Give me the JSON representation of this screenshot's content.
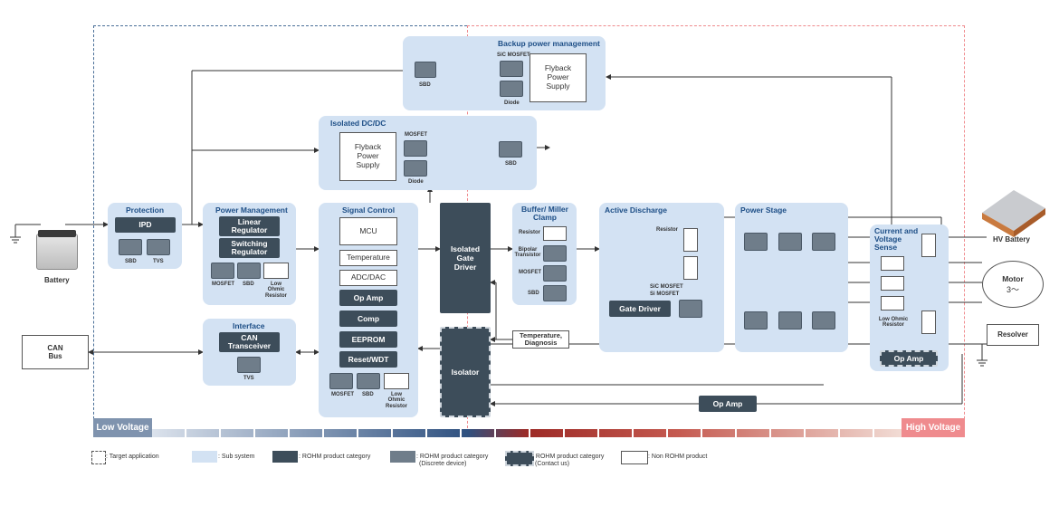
{
  "zones": {
    "low": "Low Voltage",
    "high": "High Voltage"
  },
  "colors": {
    "sub": "#d3e2f3",
    "rohm": "#3d4d5a",
    "discrete": "#6f7d8a",
    "low_zone": "#4a6f98",
    "high_zone": "#ef8b8e"
  },
  "backup": {
    "title": "Backup power management",
    "sbd": "SBD",
    "sic": "SiC MOSFET",
    "diode": "Diode",
    "flyback": "Flyback Power Supply"
  },
  "isodcdc": {
    "title": "Isolated DC/DC",
    "flyback": "Flyback Power Supply",
    "mosfet": "MOSFET",
    "diode": "Diode",
    "sbd": "SBD"
  },
  "protection": {
    "title": "Protection",
    "ipd": "IPD",
    "sbd": "SBD",
    "tvs": "TVS"
  },
  "power": {
    "title": "Power Management",
    "linear": "Linear Regulator",
    "switching": "Switching Regulator",
    "mosfet": "MOSFET",
    "sbd": "SBD",
    "res": "Low Ohmic Resistor"
  },
  "signal": {
    "title": "Signal Control",
    "mcu": "MCU",
    "temp": "Temperature",
    "adc": "ADC/DAC",
    "opamp": "Op Amp",
    "comp": "Comp",
    "eeprom": "EEPROM",
    "reset": "Reset/WDT",
    "mosfet": "MOSFET",
    "sbd": "SBD",
    "res": "Low Ohmic Resistor"
  },
  "interface": {
    "title": "Interface",
    "can": "CAN Transceiver",
    "tvs": "TVS"
  },
  "can_bus": "CAN Bus",
  "battery": "Battery",
  "gate": "Isolated Gate Driver",
  "isolator": "Isolator",
  "temp_diag": "Temperature, Diagnosis",
  "buffer": {
    "title": "Buffer/ Miller Clamp",
    "resistor": "Resistor",
    "bipolar": "Bipolar Transistor",
    "mosfet": "MOSFET",
    "sbd": "SBD"
  },
  "discharge": {
    "title": "Active Discharge",
    "resistor": "Resistor",
    "sic": "SiC MOSFET",
    "si": "Si MOSFET",
    "gate_driver": "Gate Driver"
  },
  "powerstage": {
    "title": "Power Stage"
  },
  "sense": {
    "title": "Current and Voltage Sense",
    "res": "Low Ohmic Resistor",
    "opamp": "Op Amp"
  },
  "hv_battery": "HV Battery",
  "motor": {
    "label": "Motor",
    "sub": "3～"
  },
  "resolver": "Resolver",
  "opamp_bottom": "Op Amp",
  "legend": {
    "target": ": Target application",
    "sub": ": Sub system",
    "rohm": ": ROHM product category",
    "discrete1": ": ROHM product category",
    "discrete2": "(Discrete device)",
    "contact1": ": ROHM product category",
    "contact2": "(Contact us)",
    "non": ": Non ROHM product"
  }
}
